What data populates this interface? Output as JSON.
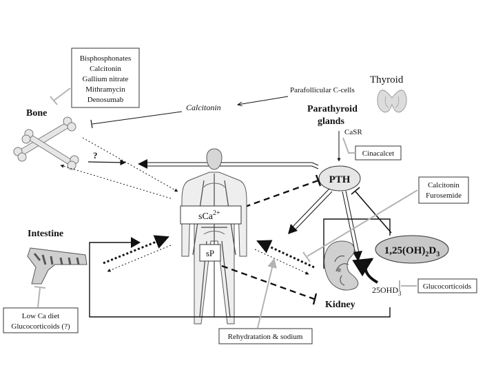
{
  "inhibitors_bone": [
    "Bisphosphonates",
    "Calcitonin",
    "Gallium nitrate",
    "Mithramycin",
    "Denosumab"
  ],
  "labels": {
    "thyroid": "Thyroid",
    "parafollicular": "Parafollicular C-cells",
    "parathyroid_1": "Parathyroid",
    "parathyroid_2": "glands",
    "calcitonin": "Calcitonin",
    "bone": "Bone",
    "casr": "CaSR",
    "cinacalcet": "Cinacalcet",
    "question": "?",
    "pth": "PTH",
    "intestine": "Intestine",
    "sca_base": "sCa",
    "sca_sup": "2+",
    "sp": "sP",
    "kidney": "Kidney",
    "vitd_a": "1,25(OH)",
    "vitd_b": "2",
    "vitd_c": "D",
    "vitd_d": "3",
    "ohd_a": "25OHD",
    "ohd_b": "3",
    "glucocorticoids": "Glucocorticoids",
    "rehydration": "Rehydratation & sodium"
  },
  "kidney_inhibitors": [
    "Calcitonin",
    "Furosemide"
  ],
  "intestine_inhibitors": [
    "Low Ca diet",
    "Glucocorticoids (?)"
  ],
  "colors": {
    "line": "#111111",
    "inhibitor_gray": "#b3b3b3",
    "vitd_fill": "#c8c8c8",
    "organ_gray": "#9a9a9a"
  }
}
